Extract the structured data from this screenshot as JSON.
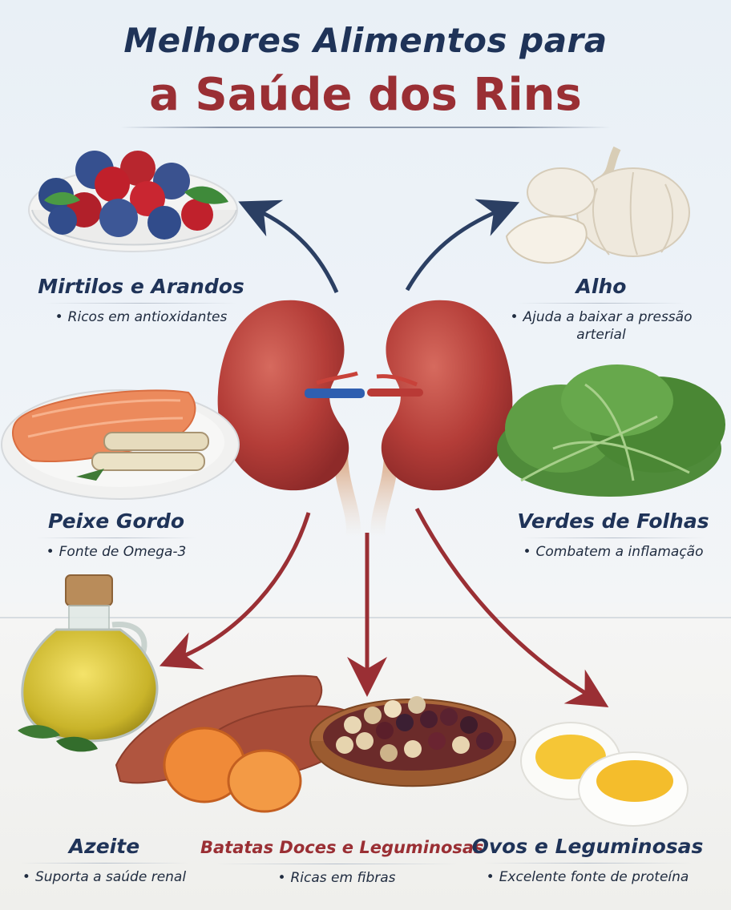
{
  "title": {
    "line1": "Melhores Alimentos para",
    "line2": "a Saúde dos Rins"
  },
  "colors": {
    "navy": "#1f3358",
    "red": "#9a2f34",
    "kidney": "#b8403c"
  },
  "foods": {
    "berries": {
      "name": "Mirtilos e Arandos",
      "benefit": "Ricos em antioxidantes",
      "icon": "berries-bowl-icon"
    },
    "garlic": {
      "name": "Alho",
      "benefit": "Ajuda a baixar a pressão arterial",
      "icon": "garlic-icon"
    },
    "fish": {
      "name": "Peixe Gordo",
      "benefit": "Fonte de Omega-3",
      "icon": "salmon-plate-icon"
    },
    "greens": {
      "name": "Verdes de Folhas",
      "benefit": "Combatem a inflamação",
      "icon": "leafy-greens-icon"
    },
    "oil": {
      "name": "Azeite",
      "benefit": "Suporta a saúde renal",
      "icon": "olive-oil-bottle-icon"
    },
    "potatoes": {
      "name": "Batatas Doces e Leguminosas",
      "benefit": "Ricas em fibras",
      "icon": "sweet-potato-beans-icon"
    },
    "eggs": {
      "name": "Ovos e Leguminosas",
      "benefit": "Excelente fonte de proteína",
      "icon": "boiled-eggs-icon"
    }
  },
  "bullet": "•"
}
